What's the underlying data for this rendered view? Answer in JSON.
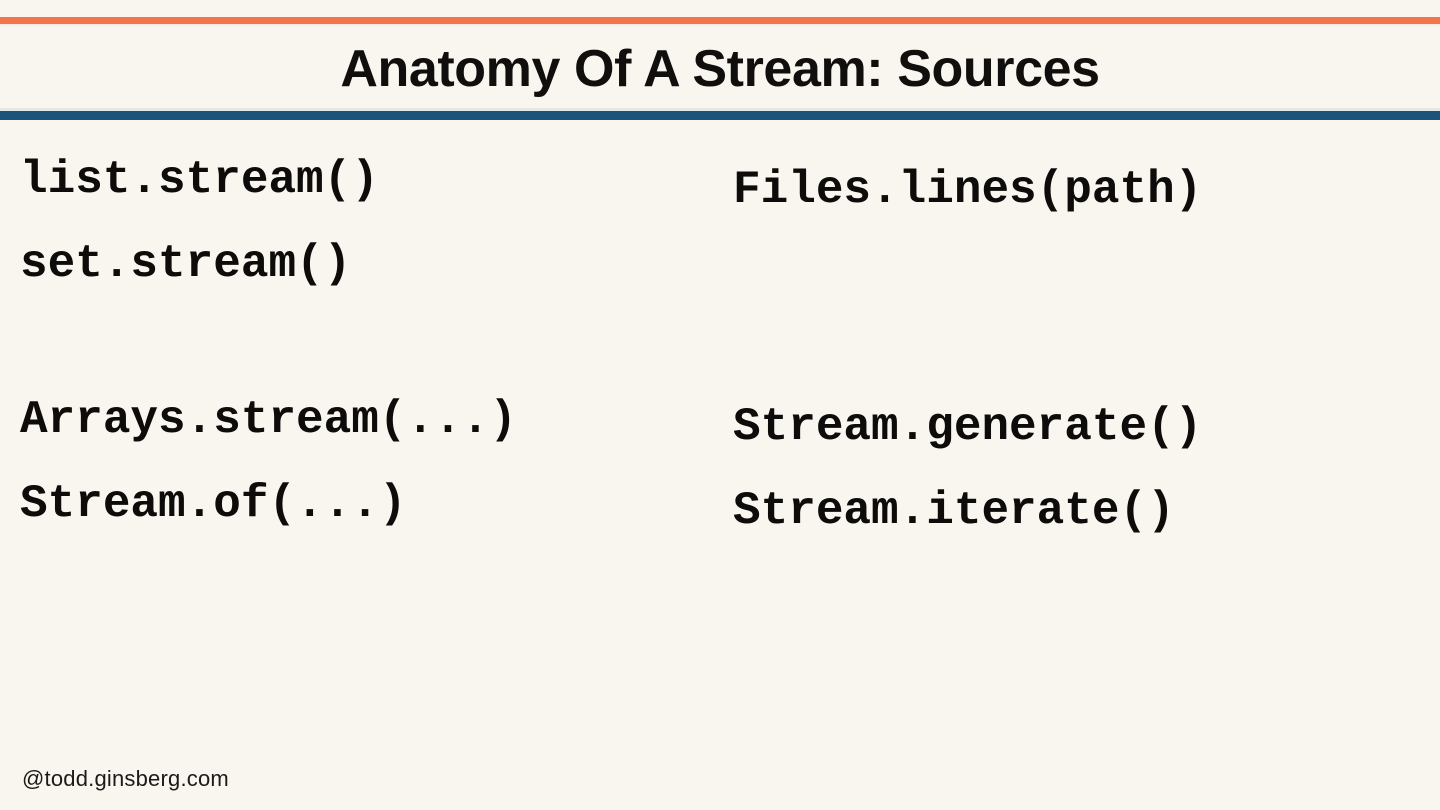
{
  "slide": {
    "title": "Anatomy Of A Stream: Sources",
    "background_color": "#f9f6f0",
    "accent_orange": "#f3754c",
    "accent_blue": "#1d5378",
    "text_color": "#0d0c0a"
  },
  "columns": {
    "left": {
      "blocks": [
        {
          "lines": [
            "list.stream()",
            "set.stream()"
          ]
        },
        {
          "lines": [
            "Arrays.stream(...)",
            "Stream.of(...)"
          ]
        }
      ]
    },
    "right": {
      "blocks": [
        {
          "lines": [
            "Files.lines(path)"
          ]
        },
        {
          "lines": [
            "Stream.generate()",
            "Stream.iterate()"
          ]
        }
      ]
    }
  },
  "footer": {
    "handle": "@todd.ginsberg.com"
  }
}
